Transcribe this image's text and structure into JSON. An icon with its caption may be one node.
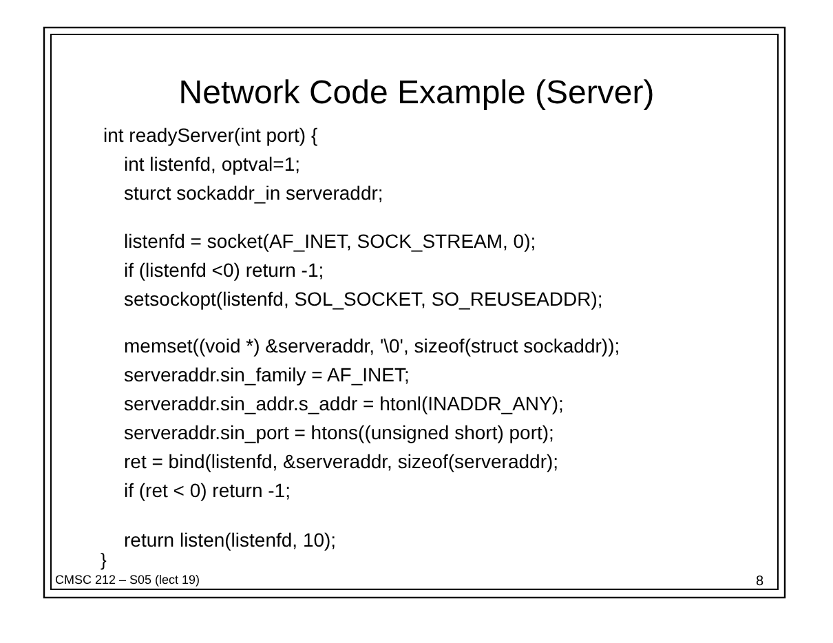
{
  "diagram": {
    "title": "Network Code Example (Server)",
    "labels": [
      "int readyServer(int port) {",
      "int listenfd, optval=1;",
      "sturct sockaddr_in serveraddr;",
      "listenfd = socket(AF_INET, SOCK_STREAM, 0);",
      "if (listenfd <0) return -1;",
      "setsockopt(listenfd, SOL_SOCKET, SO_REUSEADDR);",
      "memset((void *) &serveraddr, '\\0', sizeof(struct sockaddr));",
      "serveraddr.sin_family = AF_INET;",
      "serveraddr.sin_addr.s_addr = htonl(INADDR_ANY);",
      "serveraddr.sin_port = htons((unsigned short) port);",
      "ret = bind(listenfd, &serveraddr, sizeof(serveraddr);",
      "if (ret < 0) return -1;",
      "return listen(listenfd, 10);",
      "}",
      "CMSC 212 – S05 (lect 19)",
      "8"
    ]
  }
}
